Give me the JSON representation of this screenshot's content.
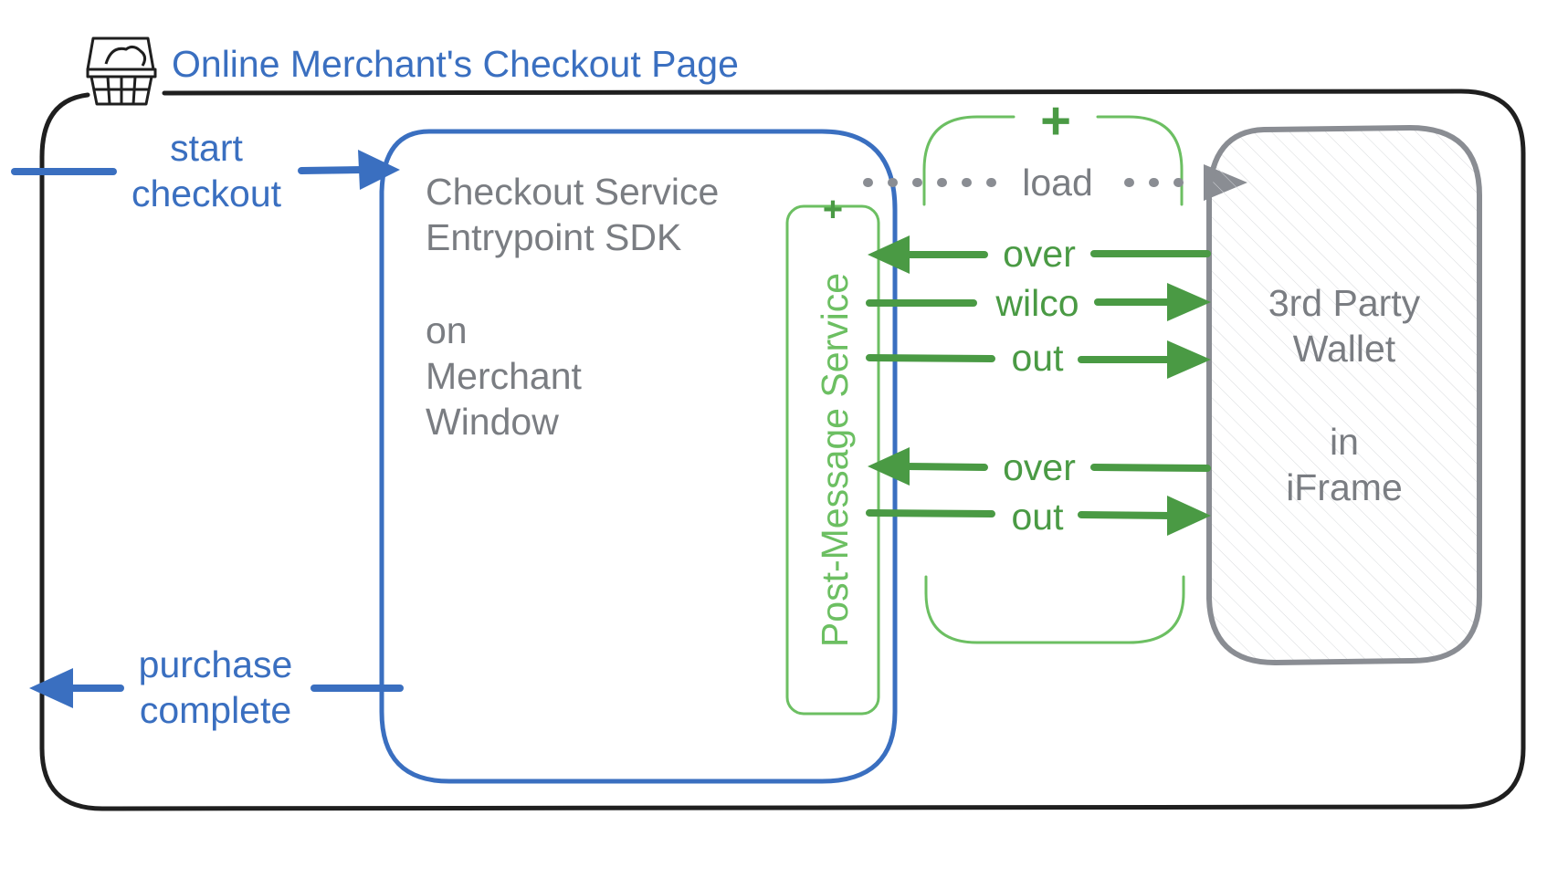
{
  "title": "Online Merchant's Checkout Page",
  "flows": {
    "start_line1": "start",
    "start_line2": "checkout",
    "complete_line1": "purchase",
    "complete_line2": "complete"
  },
  "sdk": {
    "line1": "Checkout Service",
    "line2": "Entrypoint SDK",
    "line3": "on",
    "line4": "Merchant",
    "line5": "Window"
  },
  "post_message": {
    "label": "Post-Message Service",
    "plus": "+"
  },
  "bracket": {
    "plus": "+",
    "load_label": "load"
  },
  "messages": [
    {
      "label": "over",
      "direction": "to-sdk"
    },
    {
      "label": "wilco",
      "direction": "to-wallet"
    },
    {
      "label": "out",
      "direction": "to-wallet"
    },
    {
      "label": "over",
      "direction": "to-sdk"
    },
    {
      "label": "out",
      "direction": "to-wallet"
    }
  ],
  "wallet": {
    "line1": "3rd Party",
    "line2": "Wallet",
    "line3": "in",
    "line4": "iFrame"
  },
  "icons": {
    "basket": "shopping-basket-icon"
  },
  "colors": {
    "blue": "#3a6fc0",
    "green": "#4a9a44",
    "light_green": "#6cbf62",
    "gray": "#8a8d93",
    "black": "#1f1f1f",
    "text_gray": "#7a7d82"
  }
}
